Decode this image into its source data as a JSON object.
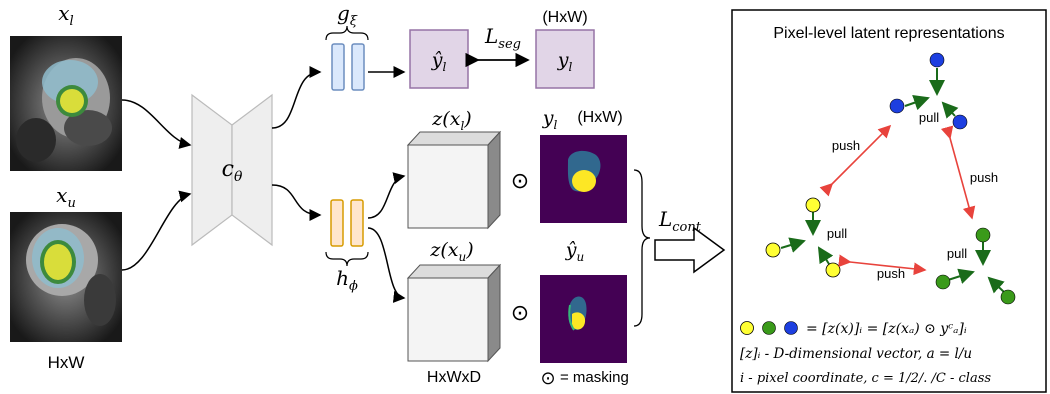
{
  "inputs": {
    "labeled_symbol": "x",
    "labeled_sub": "l",
    "unlabeled_symbol": "x",
    "unlabeled_sub": "u",
    "size_label": "HxW"
  },
  "encoder": {
    "symbol": "c",
    "sub": "θ"
  },
  "seg_head": {
    "symbol": "g",
    "sub": "ξ"
  },
  "proj_head": {
    "symbol": "h",
    "sub": "ϕ"
  },
  "seg_branch": {
    "pred_symbol": "ŷ",
    "pred_sub": "l",
    "gt_symbol": "y",
    "gt_sub": "l",
    "gt_size": "(HxW)",
    "loss_symbol": "L",
    "loss_sub": "seg"
  },
  "feature_maps": {
    "labeled_label": "z(x",
    "labeled_sub": "l",
    "unlabeled_label": "z(x",
    "unlabeled_sub": "u",
    "size_label": "HxWxD"
  },
  "masks": {
    "labeled_symbol": "y",
    "labeled_sub": "l",
    "labeled_size": "(HxW)",
    "unlabeled_symbol": "ŷ",
    "unlabeled_sub": "u",
    "odot": "⊙",
    "legend": "= masking"
  },
  "contrastive": {
    "loss_symbol": "L",
    "loss_sub": "cont"
  },
  "latent_panel": {
    "title": "Pixel-level latent representations",
    "pull_label": "pull",
    "push_label": "push",
    "formula": "= [z(x)]ᵢ = [z(xₐ) ⊙ yᶜₐ]ᵢ",
    "desc1": "[z]ᵢ - D-dimensional vector,  a = l/u",
    "desc2": "i - pixel coordinate, c = 1/2/. /C - class"
  },
  "colors": {
    "blue_head": "#dae8fc",
    "blue_head_stroke": "#6c8ebf",
    "orange_head": "#ffe6cc",
    "orange_head_stroke": "#d79b00",
    "purple_box": "#e1d5e7",
    "purple_stroke": "#9673a6",
    "mask_bg": "#440154",
    "mask_teal": "#31688e",
    "mask_yellow": "#fde725",
    "push_arrow": "#e8433c",
    "pull_arrow": "#1a6b1a",
    "dot_blue": "#1d3fe0",
    "dot_green": "#3a9a1a",
    "dot_yellow": "#ffff33"
  }
}
